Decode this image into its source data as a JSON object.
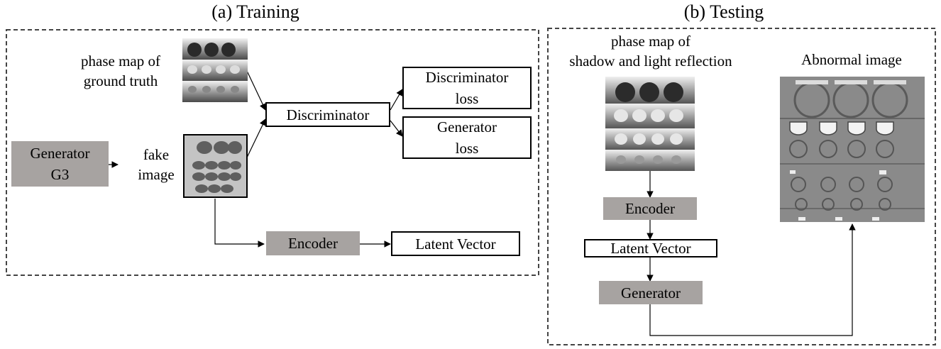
{
  "training": {
    "title": "(a) Training",
    "phase_label_line1": "phase map of",
    "phase_label_line2": "ground truth",
    "generator_line1": "Generator",
    "generator_line2": "G3",
    "fake_line1": "fake",
    "fake_line2": "image",
    "discriminator": "Discriminator",
    "disc_loss_line1": "Discriminator",
    "disc_loss_line2": "loss",
    "gen_loss_line1": "Generator",
    "gen_loss_line2": "loss",
    "encoder": "Encoder",
    "latent": "Latent Vector"
  },
  "testing": {
    "title": "(b) Testing",
    "phase_label_line1": "phase map of",
    "phase_label_line2": "shadow and light reflection",
    "abnormal": "Abnormal image",
    "encoder": "Encoder",
    "latent": "Latent Vector",
    "generator": "Generator"
  }
}
